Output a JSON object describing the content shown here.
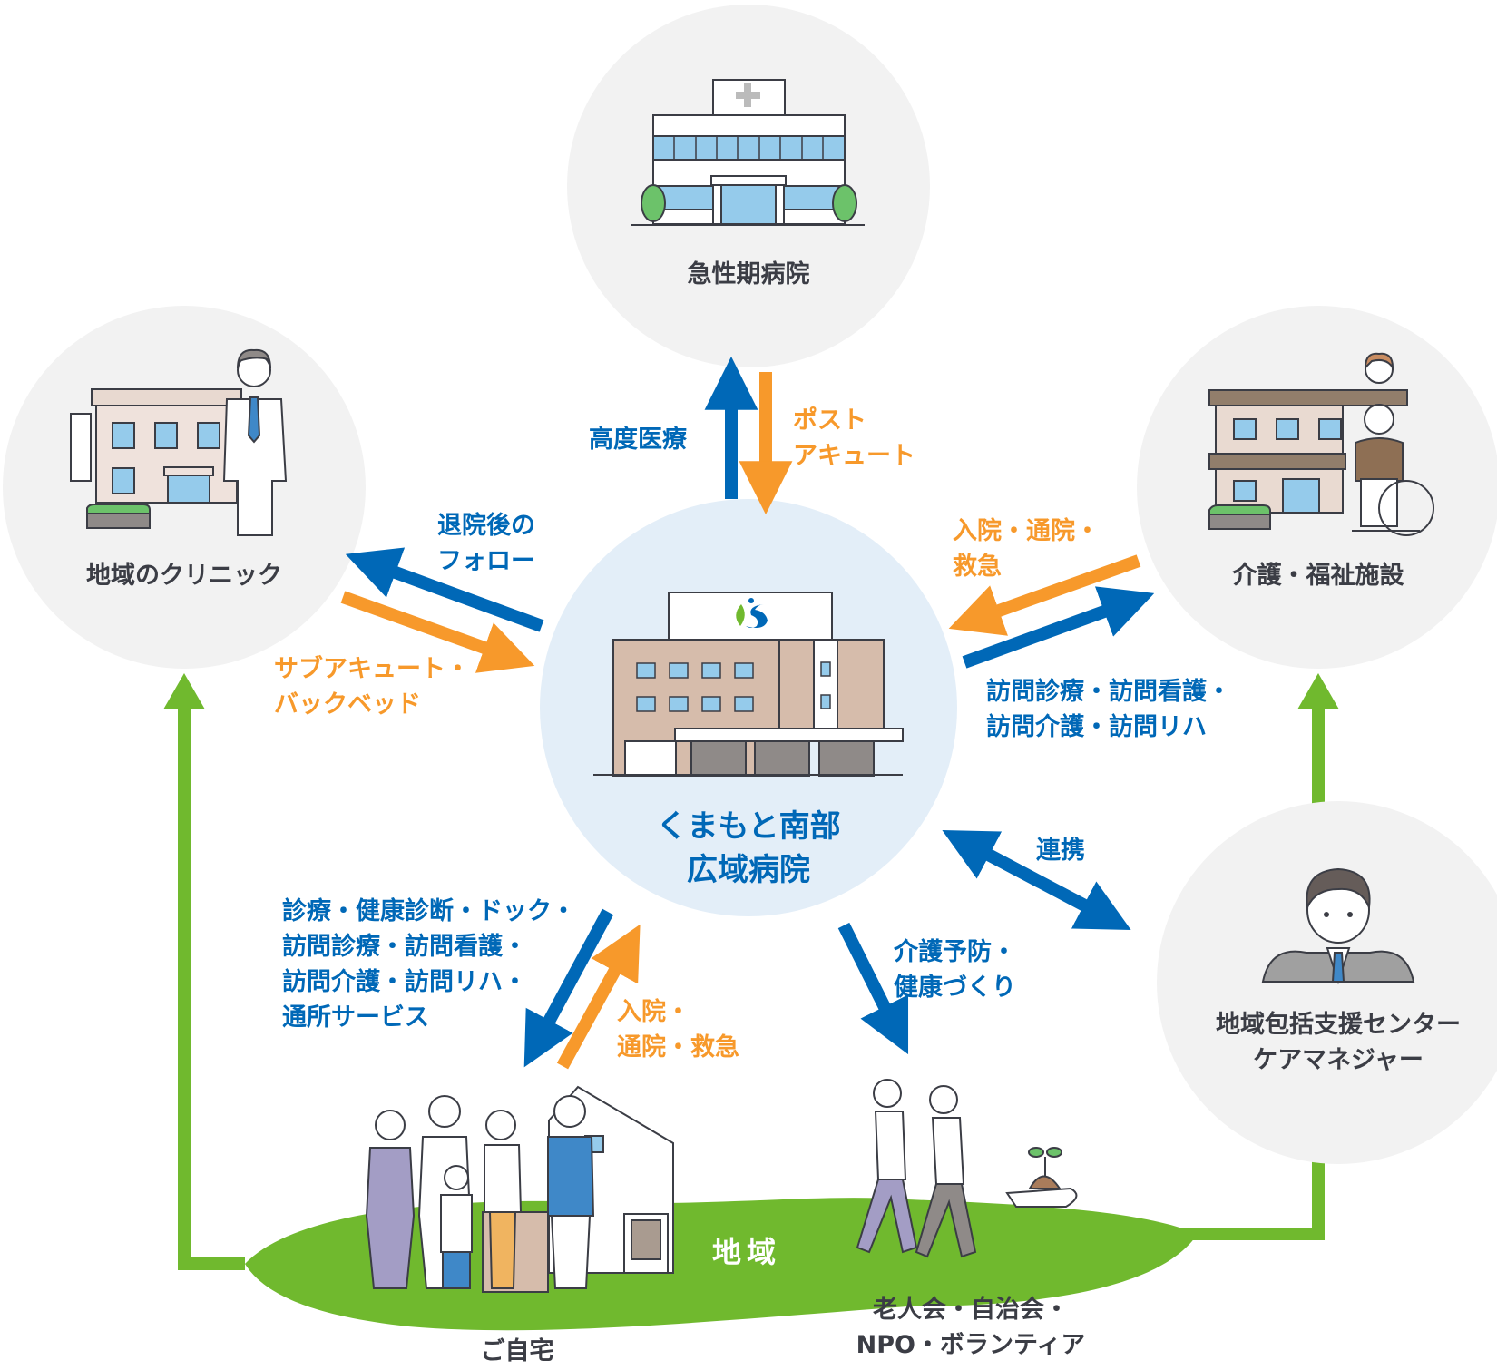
{
  "colors": {
    "blue": "#0068b7",
    "orange": "#f7992b",
    "green": "#70b92e",
    "node_gray": "#f2f2f2",
    "center_bg": "#e3eef8",
    "text_dark": "#3b3d45"
  },
  "center": {
    "title_line1": "くまもと南部",
    "title_line2": "広域病院",
    "icon": "hospital-building-icon"
  },
  "nodes": {
    "acute": {
      "label": "急性期病院",
      "icon": "acute-hospital-icon"
    },
    "clinic": {
      "label": "地域のクリニック",
      "icon": "clinic-doctor-icon"
    },
    "care": {
      "label": "介護・福祉施設",
      "icon": "care-facility-wheelchair-icon"
    },
    "support": {
      "line1": "地域包括支援センター",
      "line2": "ケアマネジャー",
      "icon": "care-manager-person-icon"
    },
    "home": {
      "label": "ご自宅",
      "icon": "family-house-icon"
    },
    "community_org": {
      "line1": "老人会・自治会・",
      "line2": "NPO・ボランティア",
      "icon": "walking-seniors-sprout-icon"
    },
    "region": {
      "label": "地域"
    }
  },
  "arrows": {
    "to_acute": {
      "label": "高度医療"
    },
    "from_acute": {
      "line1": "ポスト",
      "line2": "アキュート"
    },
    "to_clinic": {
      "line1": "退院後の",
      "line2": "フォロー"
    },
    "from_clinic": {
      "line1": "サブアキュート・",
      "line2": "バックベッド"
    },
    "from_care": {
      "line1": "入院・通院・",
      "line2": "救急"
    },
    "to_care": {
      "line1": "訪問診療・訪問看護・",
      "line2": "訪問介護・訪問リハ"
    },
    "support_link": {
      "label": "連携"
    },
    "to_home": {
      "lines": [
        "診療・健康診断・ドック・",
        "訪問診療・訪問看護・",
        "訪問介護・訪問リハ・",
        "通所サービス"
      ]
    },
    "from_home": {
      "line1": "入院・",
      "line2": "通院・救急"
    },
    "to_community": {
      "line1": "介護予防・",
      "line2": "健康づくり"
    }
  }
}
